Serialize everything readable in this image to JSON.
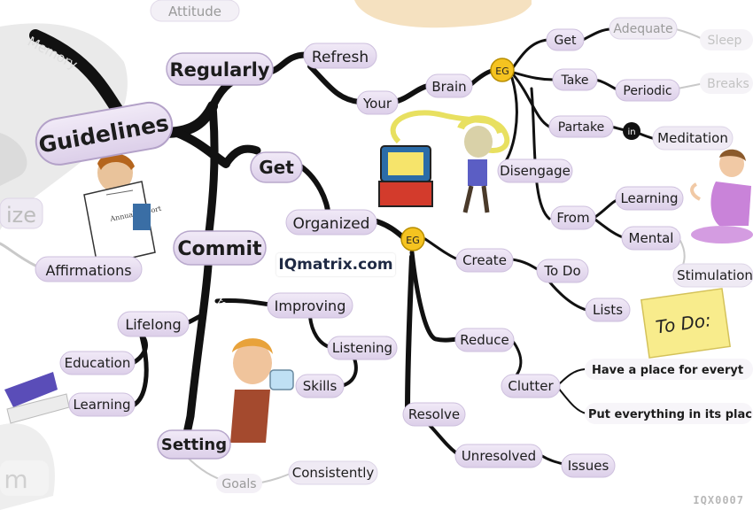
{
  "site_watermark": "IQmatrix.com",
  "corner_mark": "IQX0007",
  "colors": {
    "branch": "#111111",
    "branch_faded": "#c9c9c9",
    "pill": "#e6dcf0",
    "pill_border": "#cdbfdd",
    "eg_badge": "#f5c320"
  },
  "nodes": {
    "attitude": "Attitude",
    "memory": "Memory",
    "guidelines": "Guidelines",
    "ize": "ize",
    "affirmations": "Affirmations",
    "m": "m",
    "regularly": "Regularly",
    "refresh": "Refresh",
    "your": "Your",
    "brain": "Brain",
    "eg_top": "EG",
    "get_top": "Get",
    "adequate": "Adequate",
    "sleep": "Sleep",
    "take": "Take",
    "periodic": "Periodic",
    "breaks": "Breaks",
    "partake": "Partake",
    "in": "in",
    "meditation": "Meditation",
    "disengage": "Disengage",
    "from": "From",
    "learning_top": "Learning",
    "mental": "Mental",
    "stimulation": "Stimulation",
    "get_mid": "Get",
    "organized": "Organized",
    "eg_mid": "EG",
    "create": "Create",
    "todo": "To Do",
    "lists": "Lists",
    "reduce": "Reduce",
    "clutter": "Clutter",
    "have_place": "Have a place for everyt",
    "put_everything": "Put everything in its plac",
    "resolve": "Resolve",
    "unresolved": "Unresolved",
    "issues": "Issues",
    "commit": "Commit",
    "to": "to",
    "improving": "Improving",
    "listening": "Listening",
    "skills": "Skills",
    "lifelong": "Lifelong",
    "education": "Education",
    "learning_left": "Learning",
    "setting": "Setting",
    "goals": "Goals",
    "consistently": "Consistently"
  },
  "images": {
    "reader_icon": "man-reading-report",
    "report_cover": "Annual Report",
    "thinker_icon": "electrified-man-with-computer",
    "meditator_icon": "woman-meditating",
    "todo_note": "To Do:",
    "listener_icon": "man-listening-with-cup",
    "pen_icon": "pen-and-paper"
  }
}
